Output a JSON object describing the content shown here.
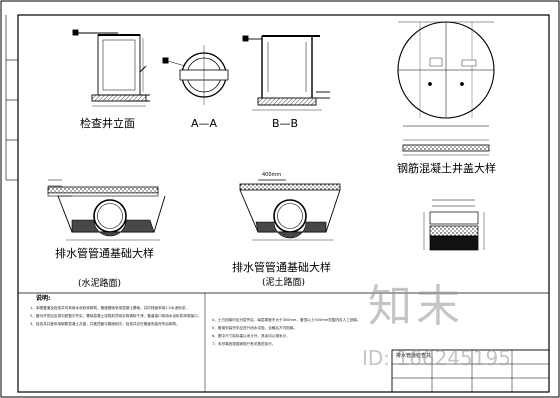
{
  "drawing": {
    "captions": {
      "manhole_elevation": "检查井立面",
      "section_aa": "A—A",
      "section_bb": "B—B",
      "cover_detail": "钢筋混凝土井盖大样",
      "pipe_foundation_left": "排水管管通基础大样",
      "pipe_foundation_left_sub": "(水泥路面)",
      "pipe_foundation_right": "排水管管通基础大样",
      "pipe_foundation_right_sub": "(泥土路面)",
      "notes_heading": "说明:",
      "dimension_400": "400mm"
    },
    "notes_left": [
      "1、本图管道及检查井均采用水泥砂浆砌筑，管道基础采用混凝土基础，井内抹面采用1:2水泥砂浆。",
      "2、管沟开挖后应将沟底整平夯实，基础混凝土浇筑前须将杂物清除干净，管道接口采用水泥砂浆抹带接口。",
      "3、检查井井盖采用钢筋混凝土井盖，井盖顶面与路面相平，检查井应在管道安装完毕后砌筑。"
    ],
    "notes_right": [
      "4、土方回填时应分层夯实，每层厚度不大于300mm，管顶以上500mm范围内应人工回填。",
      "5、管道安装完毕应进行闭水试验，合格后方可回填。",
      "6、图中尺寸除标高以米计外，其余均以毫米计。",
      "7、未尽事宜按国家现行有关规范执行。"
    ],
    "title_block": "排水管道检查井",
    "watermark": {
      "logo": "知末",
      "id": "ID: 166245195"
    }
  }
}
